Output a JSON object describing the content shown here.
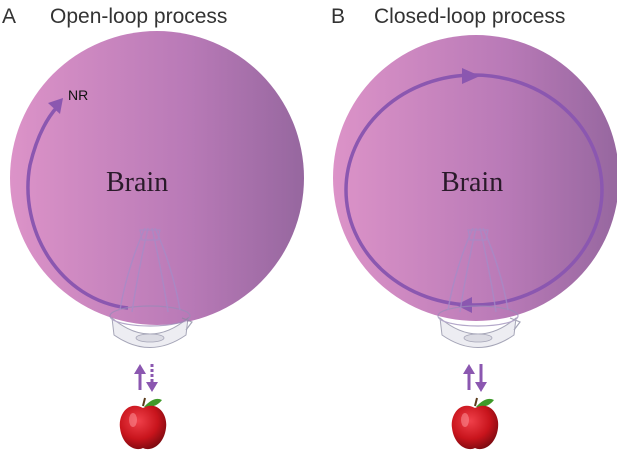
{
  "panels": [
    {
      "letter": "A",
      "title": "Open-loop process",
      "brain_label": "Brain",
      "loop_label": "NR",
      "loop_type": "open"
    },
    {
      "letter": "B",
      "title": "Closed-loop process",
      "brain_label": "Brain",
      "loop_label": "",
      "loop_type": "closed"
    }
  ],
  "colors": {
    "brain_left": "#d98fc4",
    "brain_right": "#9c6aa3",
    "arrow": "#8b57b0",
    "apple": "#c8141c",
    "leaf": "#3f9a2a"
  },
  "icons": [
    "eye-icon",
    "apple-icon",
    "up-arrow-icon",
    "down-arrow-icon"
  ]
}
